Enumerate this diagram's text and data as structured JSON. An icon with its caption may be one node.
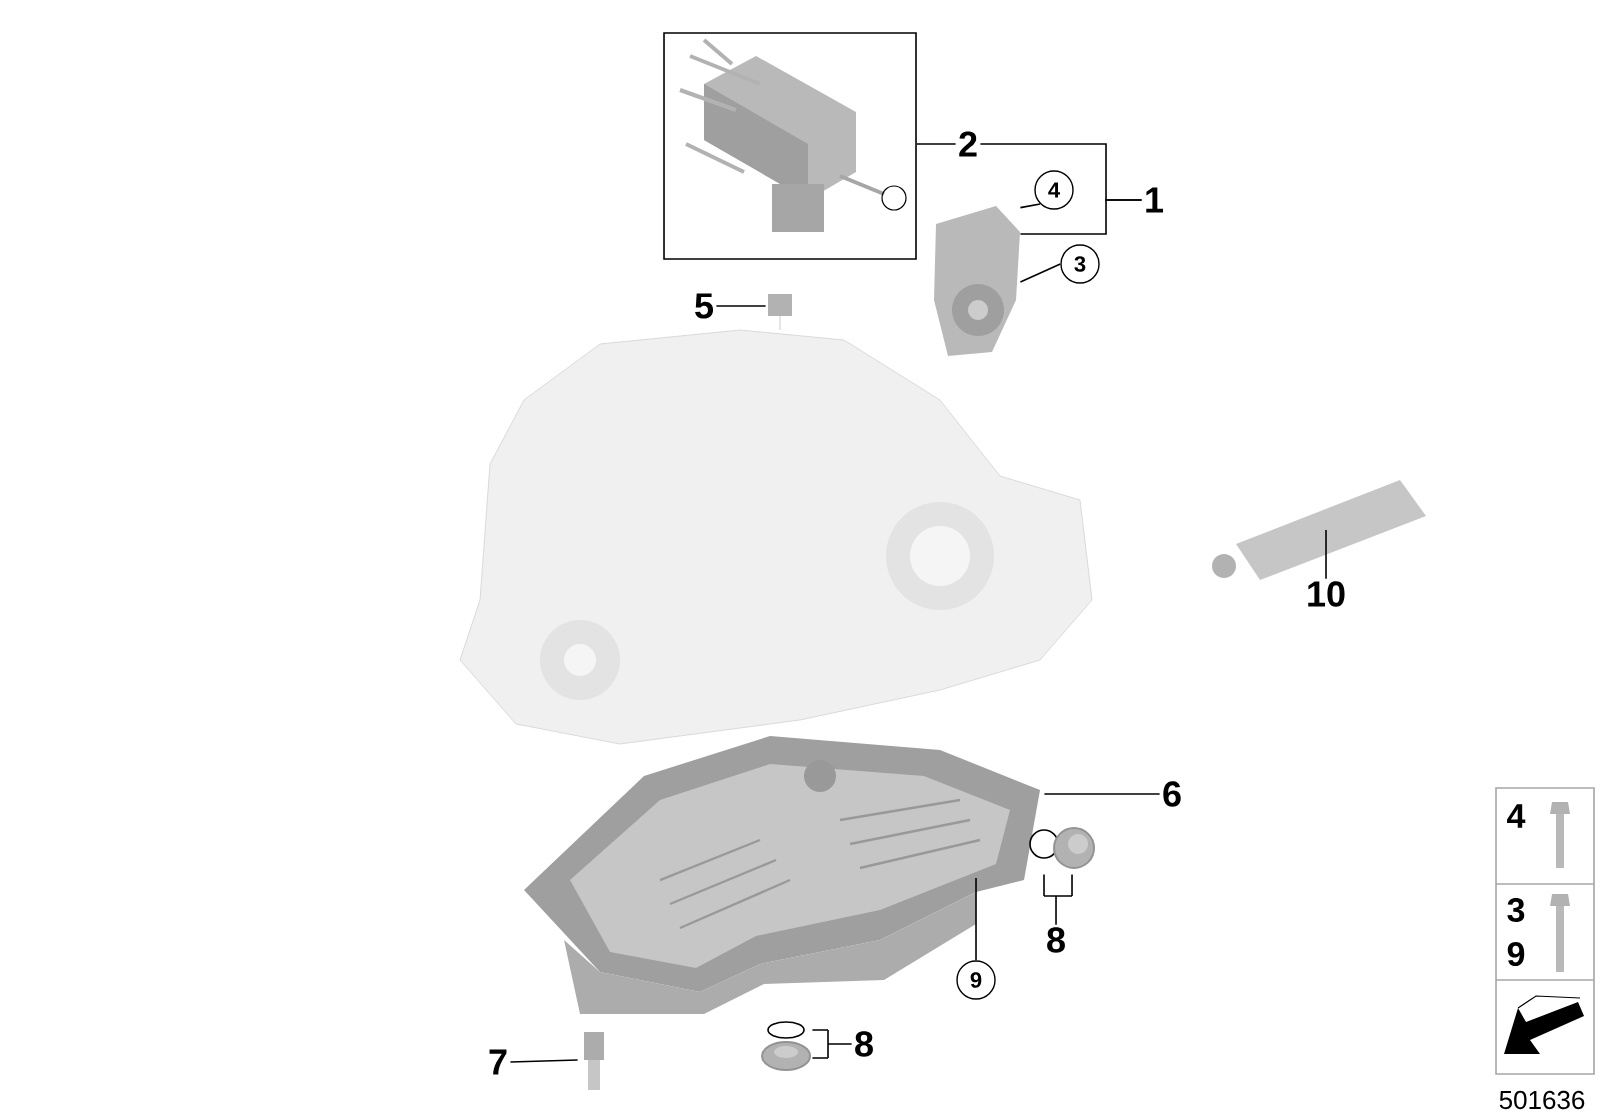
{
  "diagram": {
    "nodes": [
      {
        "text": [
          "1"
        ]
      },
      {
        "text": [
          "2"
        ]
      },
      {
        "text": [
          "4"
        ]
      },
      {
        "text": [
          "3"
        ]
      },
      {
        "text": [
          "5"
        ]
      },
      {
        "text": [
          "10"
        ]
      },
      {
        "text": [
          "6"
        ]
      },
      {
        "text": [
          "8"
        ]
      },
      {
        "text": [
          "9"
        ]
      },
      {
        "text": [
          "7"
        ]
      },
      {
        "text": [
          "8"
        ]
      },
      {
        "text": [],
        "shape": "picture"
      },
      {
        "text": [],
        "shape": "picture"
      },
      {
        "text": [],
        "shape": "picture"
      },
      {
        "text": [],
        "shape": "picture"
      },
      {
        "text": [],
        "shape": "picture"
      },
      {
        "text": [],
        "shape": "picture"
      },
      {
        "text": [],
        "shape": "picture"
      },
      {
        "text": [],
        "shape": "picture"
      }
    ],
    "edges": [
      {
        "from": 1,
        "to": 11,
        "arrow": "none"
      },
      {
        "from": 0,
        "to": 1,
        "arrow": "none"
      },
      {
        "from": 0,
        "to": 12,
        "arrow": "none"
      },
      {
        "from": 2,
        "to": 12,
        "arrow": "none"
      },
      {
        "from": 3,
        "to": 12,
        "arrow": "none"
      },
      {
        "from": 4,
        "to": 13,
        "arrow": "none"
      },
      {
        "from": 5,
        "to": 14,
        "arrow": "none"
      },
      {
        "from": 6,
        "to": 15,
        "arrow": "none"
      },
      {
        "from": 7,
        "to": 16,
        "arrow": "none"
      },
      {
        "from": 8,
        "to": 15,
        "arrow": "none"
      },
      {
        "from": 9,
        "to": 17,
        "arrow": "none"
      },
      {
        "from": 10,
        "to": 18,
        "arrow": "none"
      }
    ],
    "labels": [
      "4",
      "3",
      "9",
      "501636"
    ]
  }
}
